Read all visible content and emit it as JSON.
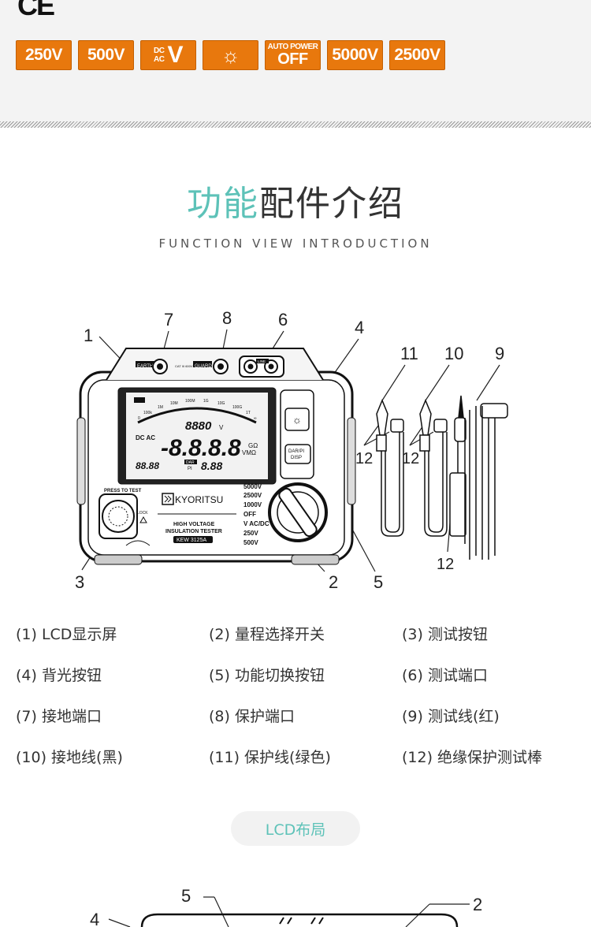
{
  "header": {
    "ce_mark": "CE",
    "badges": [
      {
        "label": "250V"
      },
      {
        "label": "500V"
      },
      {
        "top": "DC",
        "bottom": "AC",
        "label": "V"
      },
      {
        "label": "☼"
      },
      {
        "top": "AUTO POWER",
        "label": "OFF"
      },
      {
        "label": "5000V"
      },
      {
        "label": "2500V"
      }
    ],
    "badge_color": "#e8780d"
  },
  "section": {
    "title_accent": "功能",
    "title_rest": "配件介绍",
    "subtitle": "FUNCTION VIEW INTRODUCTION",
    "accent_color": "#5dc2b8"
  },
  "diagram": {
    "callouts": [
      "1",
      "7",
      "8",
      "6",
      "4",
      "11",
      "10",
      "9",
      "12",
      "12",
      "12",
      "3",
      "2",
      "5"
    ],
    "terminals": {
      "earth": "EARTH",
      "guard": "GUARD",
      "line": "LINE",
      "cat": "CAT III 600V"
    },
    "lcd": {
      "main": "-8.8.8.8",
      "top": "8880",
      "top_unit": "V",
      "left": "88.88",
      "right": "8.88",
      "dcac": "DC AC",
      "gohm": "GΩ",
      "vmohm": "VMΩ",
      "dar": "DAR",
      "pi": "PI"
    },
    "scale": [
      "0",
      "100k",
      "1M",
      "10M",
      "100M",
      "1G",
      "10G",
      "100G",
      "1T",
      "∞"
    ],
    "buttons": {
      "backlight": "☼",
      "dar": "DAR/PI",
      "disp": "DISP",
      "press": "PRESS TO TEST",
      "lock": "LOCK"
    },
    "brand": "KYORITSU",
    "model_line1": "HIGH VOLTAGE",
    "model_line2": "INSULATION TESTER",
    "model": "KEW 3125A",
    "ranges": [
      "5000V",
      "2500V",
      "1000V",
      "OFF",
      "V AC/DC",
      "250V",
      "500V"
    ]
  },
  "legend": [
    "(1) LCD显示屏",
    "(2) 量程选择开关",
    "(3) 测试按钮",
    "(4) 背光按钮",
    "(5) 功能切换按钮",
    "(6) 测试端口",
    "(7) 接地端口",
    "(8) 保护端口",
    "(9) 测试线(红)",
    "(10) 接地线(黑)",
    "(11) 保护线(绿色)",
    "(12) 绝缘保护测试棒"
  ],
  "lcd_section": {
    "label": "LCD布局",
    "callouts": [
      "5",
      "4",
      "2"
    ]
  }
}
